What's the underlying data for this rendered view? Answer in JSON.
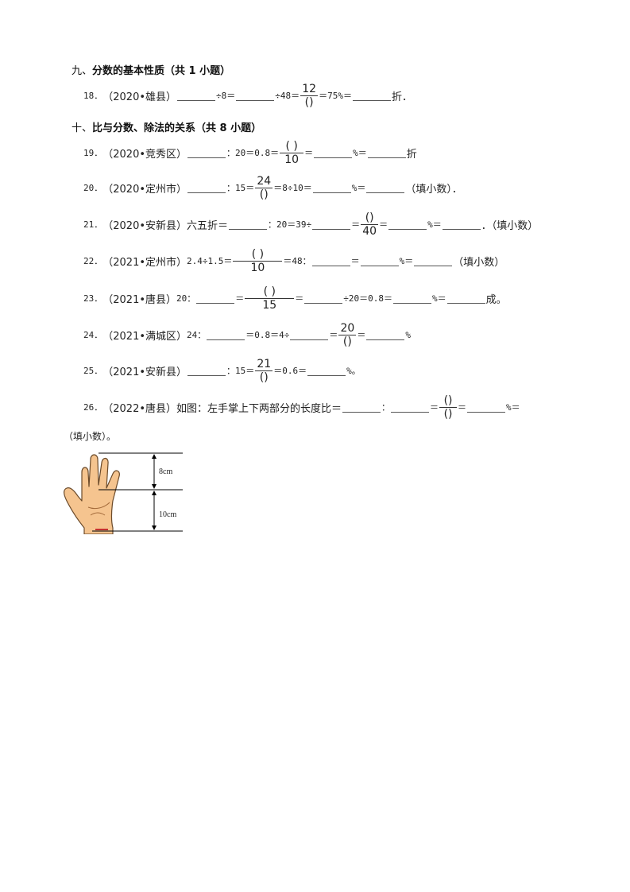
{
  "section9": {
    "number": "九、",
    "title": "分数的基本性质（共 1 小题）"
  },
  "q18": {
    "num": "18．",
    "source": "（2020•雄县）",
    "div1": "÷8＝",
    "div2": "÷48＝",
    "frac_top": "12",
    "frac_bot": "()",
    "eq1": "＝75%＝",
    "end": "折．"
  },
  "section10": {
    "number": "十、",
    "title": "比与分数、除法的关系（共 8 小题）"
  },
  "q19": {
    "num": "19．",
    "source": "（2020•竞秀区）",
    "p1": "：20＝0.8＝",
    "frac_top": "(  )",
    "frac_bot": "10",
    "p2": "＝",
    "p3": "%＝",
    "end": "折"
  },
  "q20": {
    "num": "20．",
    "source": "（2020•定州市）",
    "p1": "：15＝",
    "frac_top": "24",
    "frac_bot": "()",
    "p2": "＝8÷10＝",
    "p3": "%＝",
    "end": "（填小数）．"
  },
  "q21": {
    "num": "21．",
    "source": "（2020•安新县）",
    "p0": "六五折＝",
    "p1": "：20＝39÷",
    "p2": "＝",
    "frac_top": "()",
    "frac_bot": "40",
    "p3": "＝",
    "p4": "%＝",
    "end": "．（填小数）"
  },
  "q22": {
    "num": "22．",
    "source": "（2021•定州市）",
    "p0": "2.4÷1.5＝",
    "frac_top": "(      )",
    "frac_bot": "10",
    "p1": "＝48：",
    "p2": "＝",
    "p3": "%＝",
    "end": "（填小数）"
  },
  "q23": {
    "num": "23．",
    "source": "（2021•唐县）",
    "p0": "20：",
    "p1": "＝",
    "frac_top": "(      )",
    "frac_bot": "15",
    "p2": "＝",
    "p3": "÷20＝0.8＝",
    "p4": "%＝",
    "end": "成。"
  },
  "q24": {
    "num": "24．",
    "source": "（2021•满城区）",
    "p0": "24：",
    "p1": "＝0.8＝4÷",
    "p2": "＝",
    "frac_top": "20",
    "frac_bot": "()",
    "p3": "＝",
    "end": "%"
  },
  "q25": {
    "num": "25．",
    "source": "（2021•安新县）",
    "p1": "：15＝",
    "frac_top": "21",
    "frac_bot": "()",
    "p2": "＝0.6＝",
    "end": "%。"
  },
  "q26": {
    "num": "26．",
    "source": "（2022•唐县）",
    "p0": "如图：左手掌上下两部分的长度比＝",
    "p1": "：",
    "p2": "＝",
    "frac_top": "()",
    "frac_bot": "()",
    "p3": "＝",
    "p4": "%＝",
    "cont": "（填小数）。"
  },
  "figure": {
    "label_top": "8cm",
    "label_bottom": "10cm",
    "skin_color": "#f5c48f",
    "outline_color": "#6b4a2a"
  }
}
